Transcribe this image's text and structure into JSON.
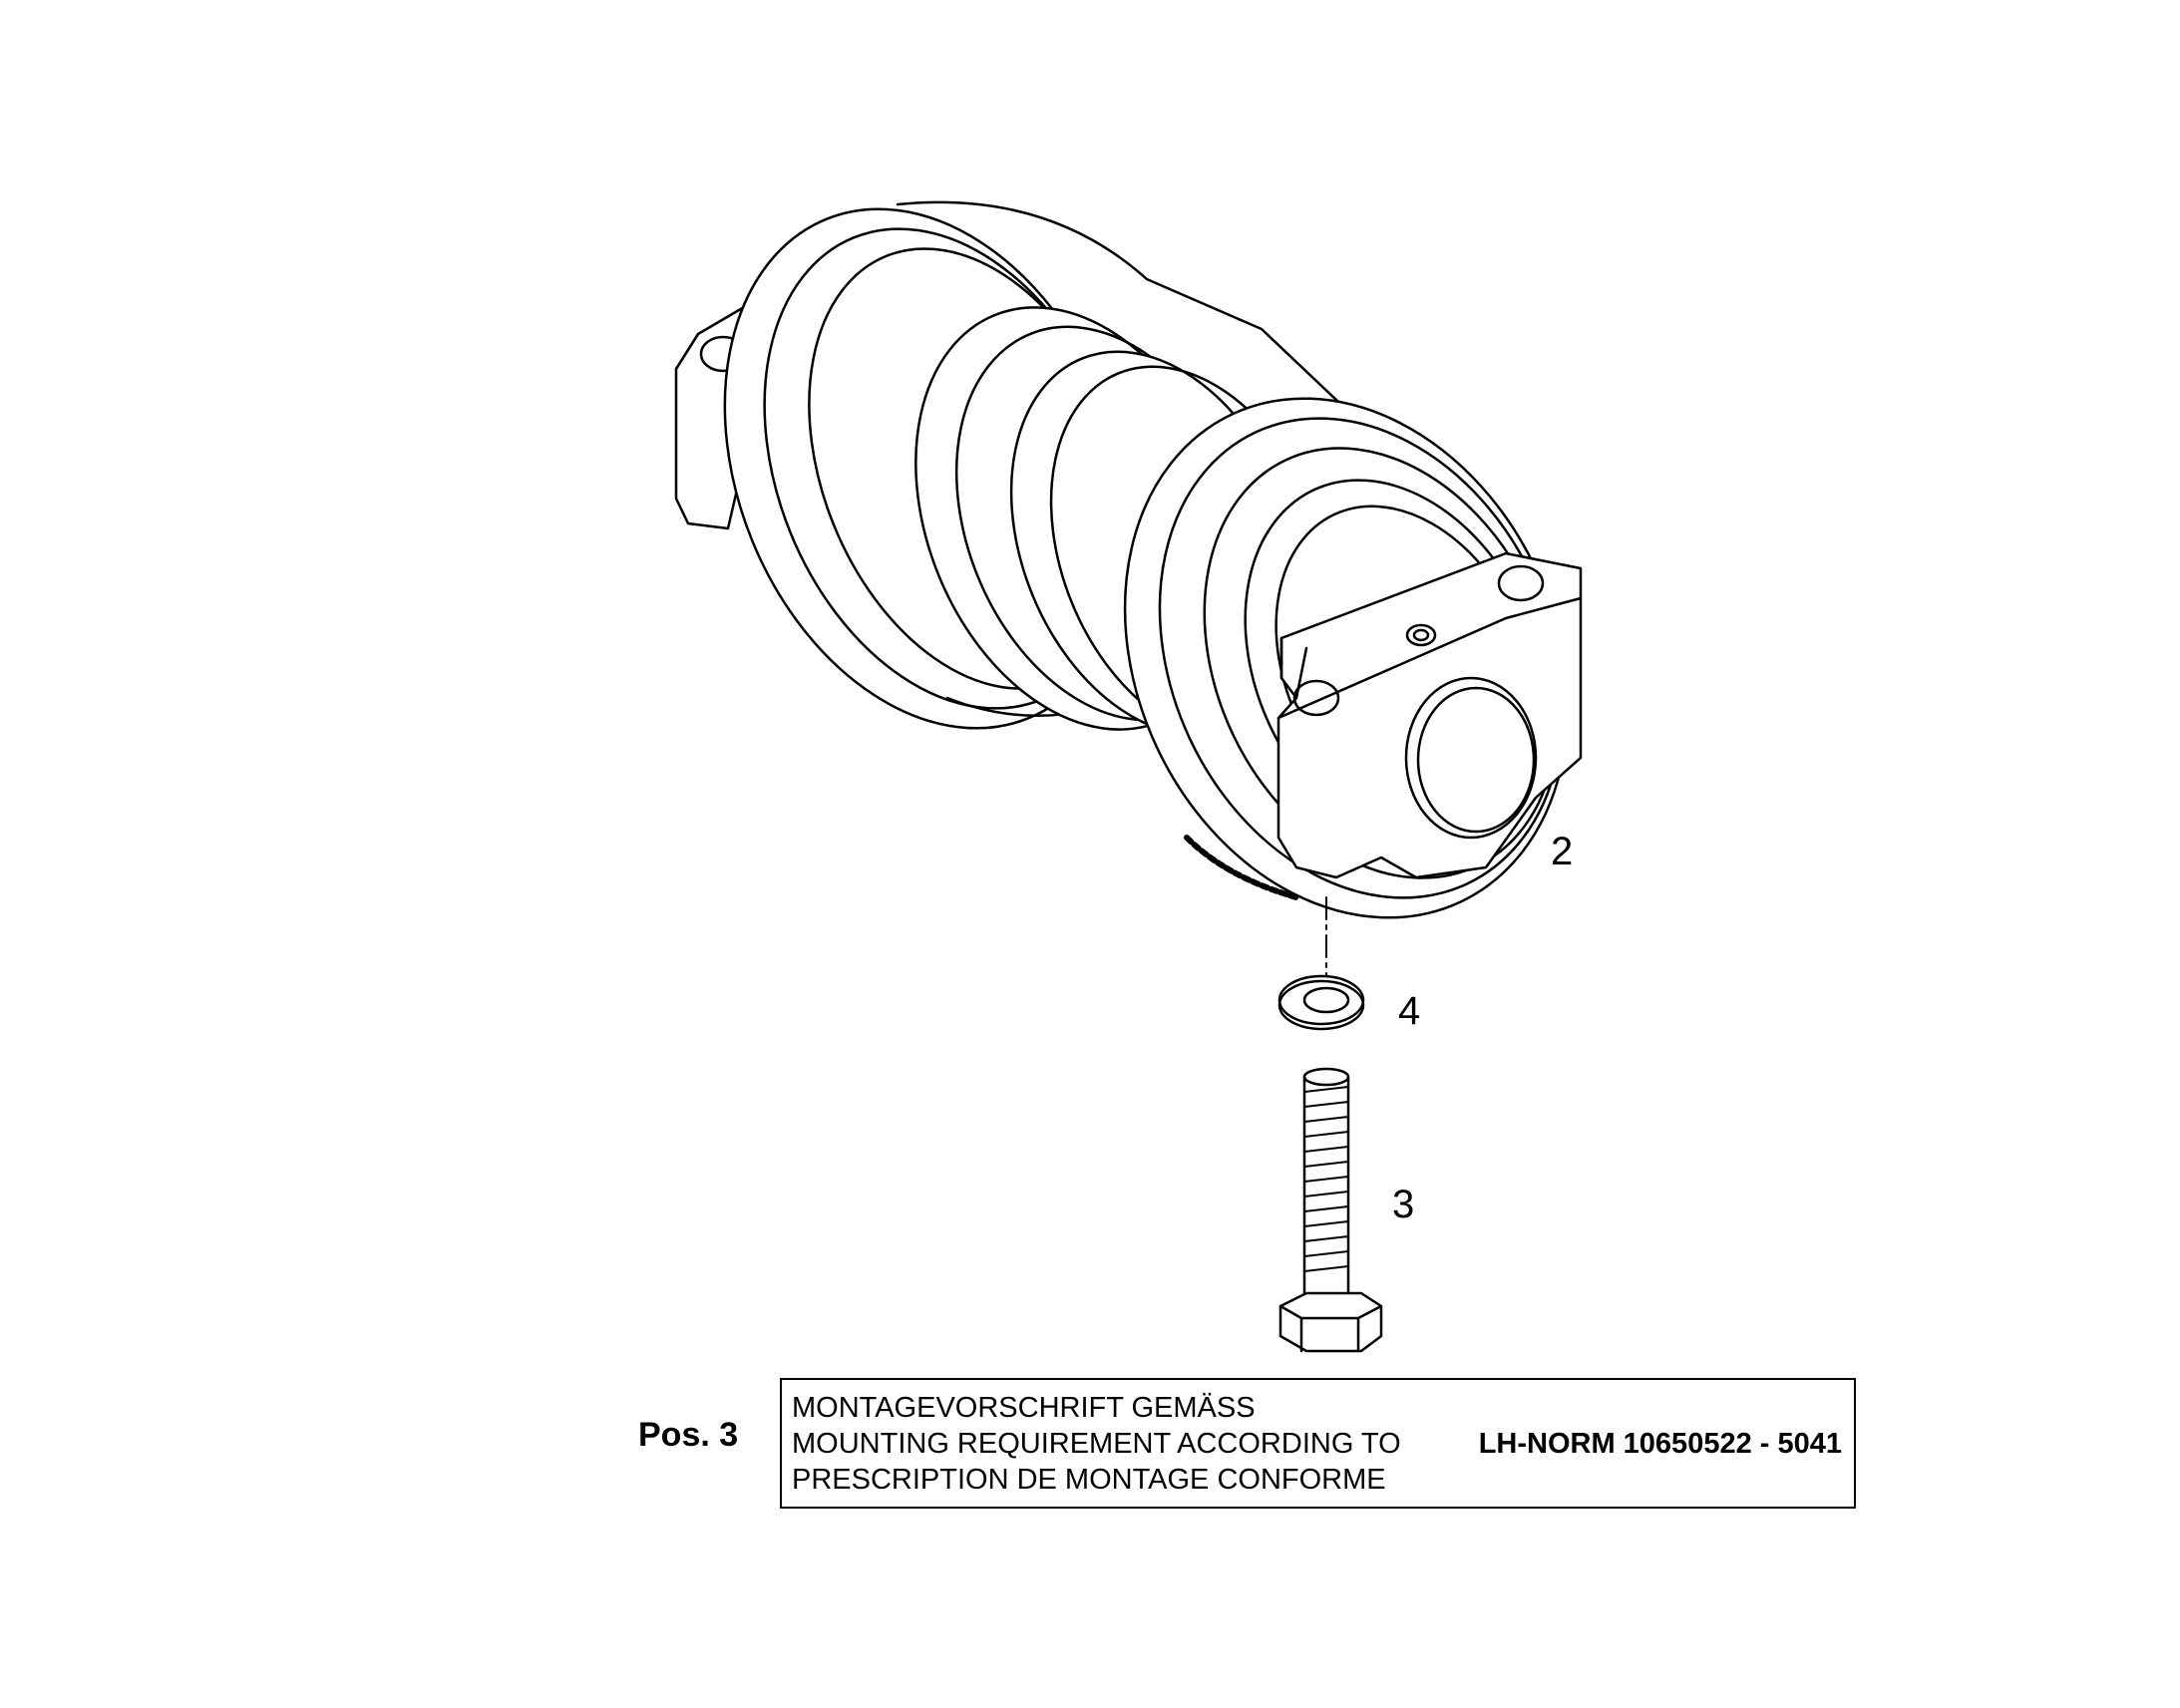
{
  "callouts": {
    "roller": "2",
    "washer": "4",
    "bolt": "3"
  },
  "mounting_note": {
    "position_label": "Pos. 3",
    "lines": [
      "MONTAGEVORSCHRIFT GEMÄSS",
      "MOUNTING REQUIREMENT ACCORDING TO",
      "PRESCRIPTION DE MONTAGE CONFORME"
    ],
    "norm": "LH-NORM 10650522 - 5041"
  }
}
